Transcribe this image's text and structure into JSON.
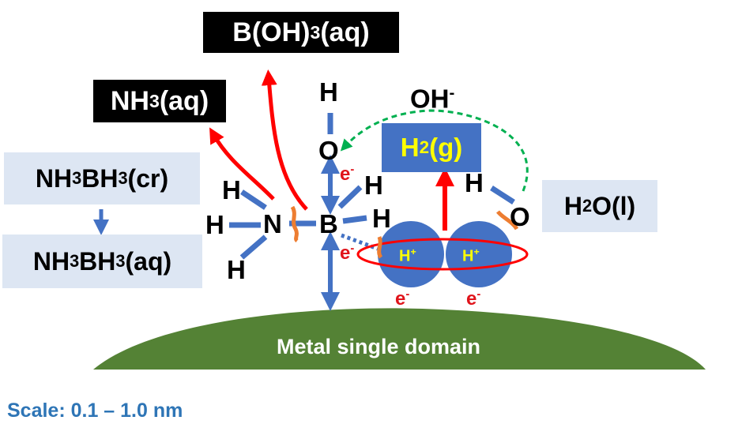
{
  "boxes": {
    "boric_acid": {
      "main": "B(OH)",
      "sub": "3",
      "suffix": "(aq)"
    },
    "ammonia": {
      "main": "NH",
      "sub": "3",
      "suffix": "(aq)"
    },
    "h2_gas": {
      "main": "H",
      "sub": "2",
      "suffix": "(g)"
    },
    "water": {
      "main": "H",
      "sub": "2",
      "suffix": "O(l)"
    },
    "ab_solid": {
      "p1": "NH",
      "s1": "3",
      "p2": "BH",
      "s2": "3",
      "suffix": "(cr)"
    },
    "ab_aqueous": {
      "p1": "NH",
      "s1": "3",
      "p2": "BH",
      "s2": "3",
      "suffix": "(aq)"
    }
  },
  "hydroxide": {
    "base": "OH",
    "sup": "-"
  },
  "atoms": {
    "N": "N",
    "B": "B",
    "O": "O",
    "H": "H"
  },
  "electrons": {
    "base": "e",
    "sup": "-"
  },
  "protons": {
    "base": "H",
    "sup": "+"
  },
  "domain_label": "Metal single domain",
  "scale_text": "Scale: 0.1 – 1.0 nm",
  "colors": {
    "black_box": "#000000",
    "light_box": "#dde6f3",
    "blue_box": "#4472c4",
    "bond": "#4472c4",
    "red_arrow": "#ff0000",
    "green_dashed": "#00b050",
    "orange_mark": "#ed7d31",
    "domain": "#548235",
    "scale_text": "#2e75b6",
    "yellow_text": "#ffff00"
  }
}
